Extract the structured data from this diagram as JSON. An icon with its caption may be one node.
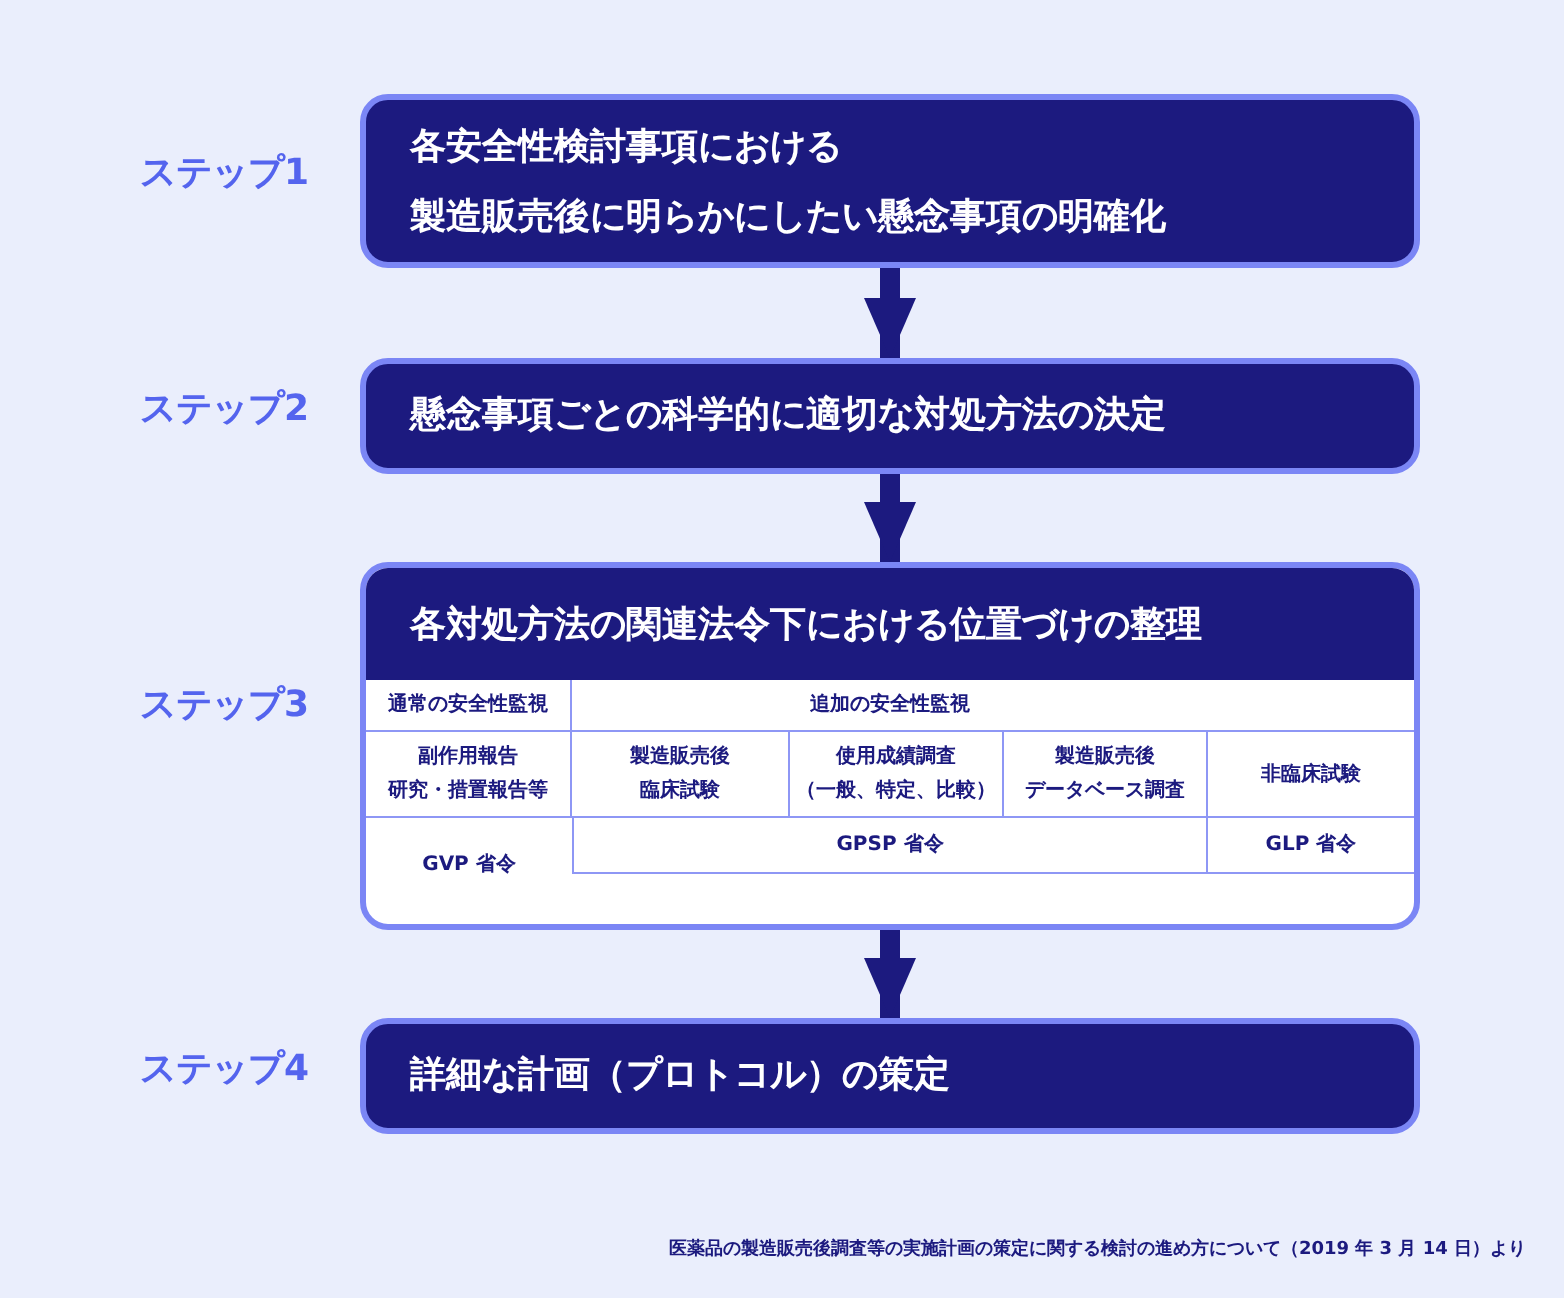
{
  "diagram": {
    "caption": "医薬品の製造販売後調査等の実施計画の策定に関する検討の進め方について（2019 年 3 月 14 日）より",
    "nodes": [
      {
        "text": [
          "各安全性検討事項における製造販売後に明らかにしたい懸念事項の明確化"
        ],
        "beside": [
          "ステップ1"
        ]
      },
      {
        "text": [
          "懸念事項ごとの科学的に適切な対処方法の決定"
        ],
        "beside": [
          "ステップ2"
        ]
      },
      {
        "text": [
          "各対処方法の関連法令下における位置づけの整理"
        ],
        "beside": [
          "ステップ3"
        ]
      },
      {
        "text": [
          "詳細な計画（プロトコル）の策定"
        ],
        "beside": [
          "ステップ4"
        ]
      }
    ],
    "edges": [
      {
        "from": 0,
        "to": 1,
        "arrow": "to"
      },
      {
        "from": 1,
        "to": 2,
        "arrow": "to"
      },
      {
        "from": 2,
        "to": 3,
        "arrow": "to"
      }
    ],
    "labels": [
      "通常の安全性監視",
      "追加の安全性監視",
      "副作用報告研究・措置報告等",
      "製造販売後臨床試験",
      "使用成績調査（一般、特定、比較）",
      "製造販売後データベース調査",
      "非臨床試験",
      "GVP 省令",
      "GPSP 省令",
      "GLP 省令"
    ]
  }
}
